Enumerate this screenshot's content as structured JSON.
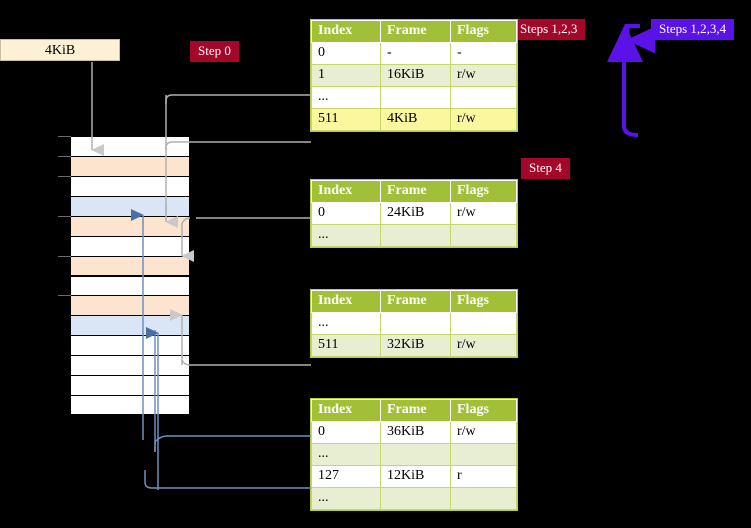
{
  "diagram": {
    "title_badges": {
      "step0": "Step 0",
      "steps123": "Steps 1,2,3",
      "steps1234": "Steps 1,2,3,4",
      "step4": "Step 4"
    },
    "memory_label": "4KiB",
    "colors": {
      "badge_red": "#a3082b",
      "badge_violet": "#5b12e8",
      "table_header": "#a2c037",
      "table_alt_row": "#e7eed2",
      "highlight_row": "#fbf79f",
      "mem_orange": "#fce4ce",
      "mem_blue": "#dae6f5",
      "kib_box": "#fdf1d5",
      "background": "#000000",
      "gray_wire": "#b0b0b0",
      "blue_wire": "#6f8fc0"
    },
    "memory_rows": [
      {
        "fill": "white"
      },
      {
        "fill": "orange"
      },
      {
        "fill": "white"
      },
      {
        "fill": "blue"
      },
      {
        "fill": "orange"
      },
      {
        "fill": "white"
      },
      {
        "fill": "orange"
      },
      {
        "fill": "white"
      },
      {
        "fill": "orange"
      },
      {
        "fill": "blue"
      },
      {
        "fill": "white"
      },
      {
        "fill": "white"
      },
      {
        "fill": "white"
      },
      {
        "fill": "white"
      }
    ],
    "tables": [
      {
        "id": "table-0",
        "headers": [
          "Index",
          "Frame",
          "Flags"
        ],
        "rows": [
          {
            "cells": [
              "0",
              "-",
              "-"
            ],
            "alt": false,
            "highlight": false
          },
          {
            "cells": [
              "1",
              "16KiB",
              "r/w"
            ],
            "alt": true,
            "highlight": false
          },
          {
            "cells": [
              "...",
              "",
              ""
            ],
            "alt": false,
            "highlight": false
          },
          {
            "cells": [
              "511",
              "4KiB",
              "r/w"
            ],
            "alt": true,
            "highlight": true
          }
        ]
      },
      {
        "id": "table-1",
        "headers": [
          "Index",
          "Frame",
          "Flags"
        ],
        "rows": [
          {
            "cells": [
              "0",
              "24KiB",
              "r/w"
            ],
            "alt": false,
            "highlight": false
          },
          {
            "cells": [
              "...",
              "",
              ""
            ],
            "alt": true,
            "highlight": false
          }
        ]
      },
      {
        "id": "table-2",
        "headers": [
          "Index",
          "Frame",
          "Flags"
        ],
        "rows": [
          {
            "cells": [
              "...",
              "",
              ""
            ],
            "alt": false,
            "highlight": false
          },
          {
            "cells": [
              "511",
              "32KiB",
              "r/w"
            ],
            "alt": true,
            "highlight": false
          }
        ]
      },
      {
        "id": "table-3",
        "headers": [
          "Index",
          "Frame",
          "Flags"
        ],
        "rows": [
          {
            "cells": [
              "0",
              "36KiB",
              "r/w"
            ],
            "alt": false,
            "highlight": false
          },
          {
            "cells": [
              "...",
              "",
              ""
            ],
            "alt": true,
            "highlight": false
          },
          {
            "cells": [
              "127",
              "12KiB",
              "r"
            ],
            "alt": false,
            "highlight": false
          },
          {
            "cells": [
              "...",
              "",
              ""
            ],
            "alt": true,
            "highlight": false
          }
        ]
      }
    ]
  }
}
